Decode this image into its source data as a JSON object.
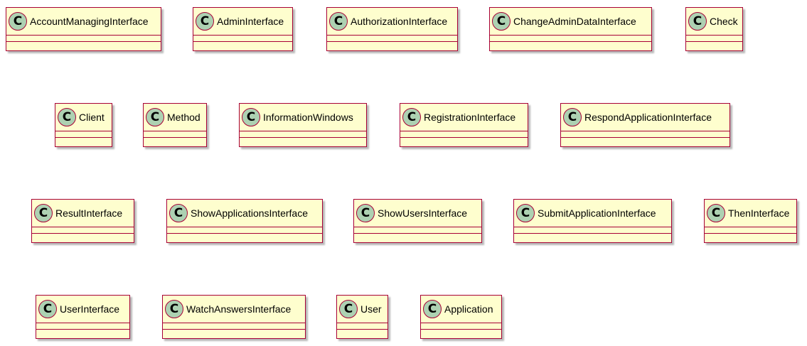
{
  "diagram": {
    "colors": {
      "class_fill": "#fefece",
      "class_border": "#a80036",
      "stereotype_fill": "#add1b2"
    },
    "stereotype_letter": "C",
    "classes": [
      {
        "name": "AccountManagingInterface"
      },
      {
        "name": "AdminInterface"
      },
      {
        "name": "AuthorizationInterface"
      },
      {
        "name": "ChangeAdminDataInterface"
      },
      {
        "name": "Check"
      },
      {
        "name": "Client"
      },
      {
        "name": "Method"
      },
      {
        "name": "InformationWindows"
      },
      {
        "name": "RegistrationInterface"
      },
      {
        "name": "RespondApplicationInterface"
      },
      {
        "name": "ResultInterface"
      },
      {
        "name": "ShowApplicationsInterface"
      },
      {
        "name": "ShowUsersInterface"
      },
      {
        "name": "SubmitApplicationInterface"
      },
      {
        "name": "ThenInterface"
      },
      {
        "name": "UserInterface"
      },
      {
        "name": "WatchAnswersInterface"
      },
      {
        "name": "User"
      },
      {
        "name": "Application"
      }
    ]
  }
}
